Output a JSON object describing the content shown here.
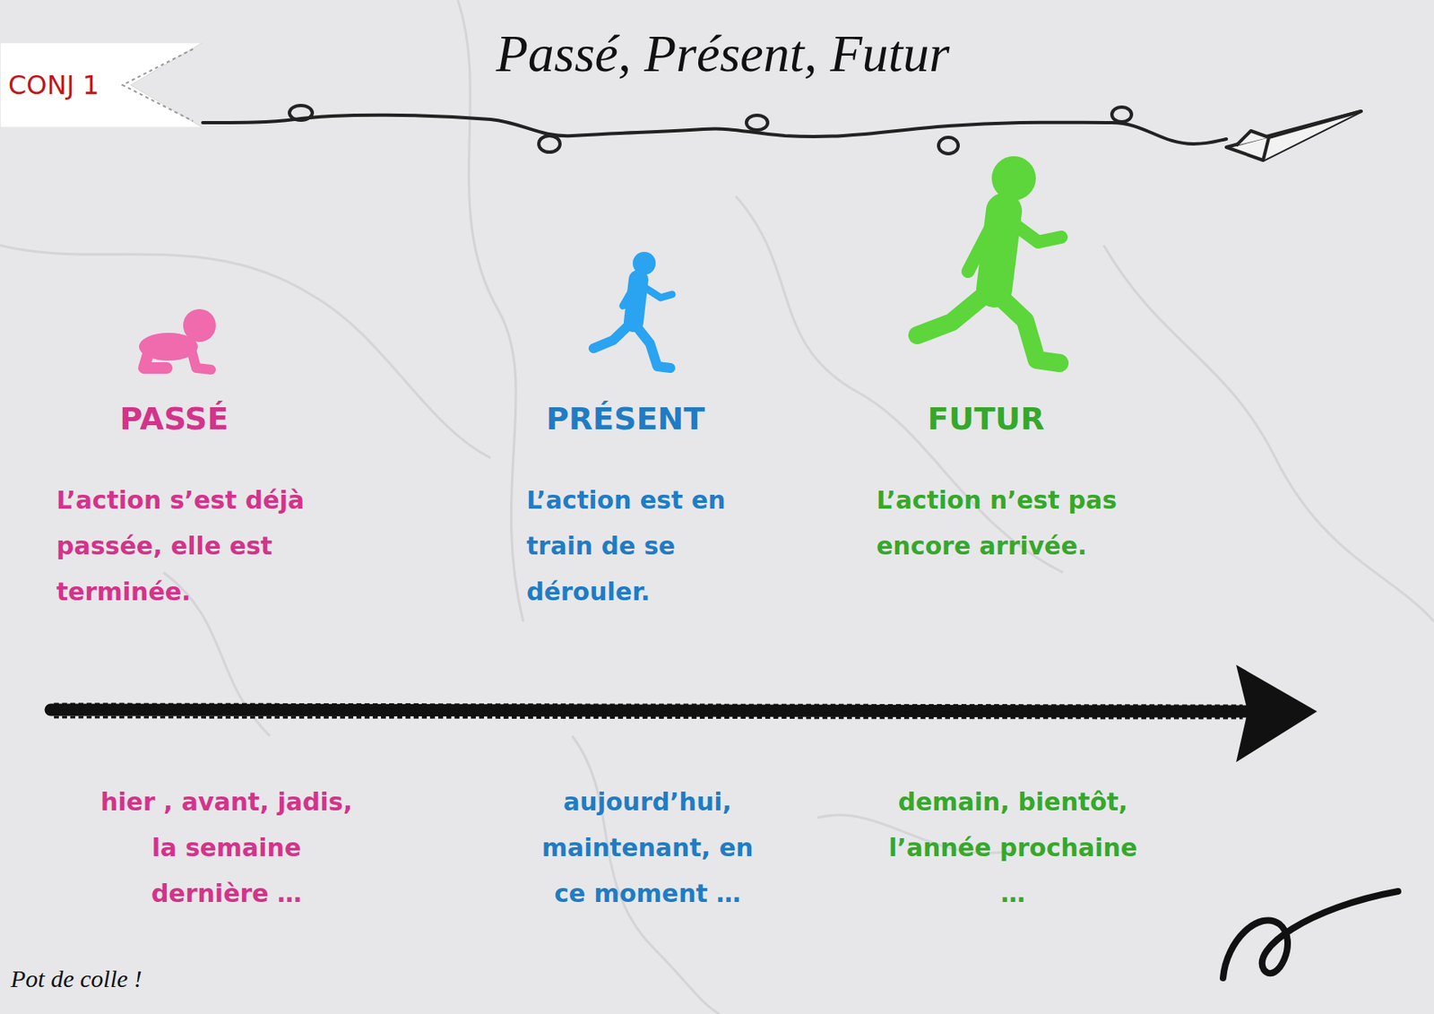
{
  "diagram": {
    "title": "Passé, Présent, Futur",
    "nodes": [
      {
        "text": [
          "CONJ 1"
        ]
      }
    ],
    "labels": [
      "PASSÉ",
      "L’action s’est déjà passée, elle est terminée.",
      "hier , avant, jadis, la semaine dernière …",
      "PRÉSENT",
      "L’action est en train de se dérouler.",
      "aujourd’hui, maintenant, en ce moment …",
      "FUTUR",
      "L’action n’est pas encore arrivée.",
      "demain, bientôt, l’année prochaine …",
      "Pot de colle !"
    ]
  }
}
